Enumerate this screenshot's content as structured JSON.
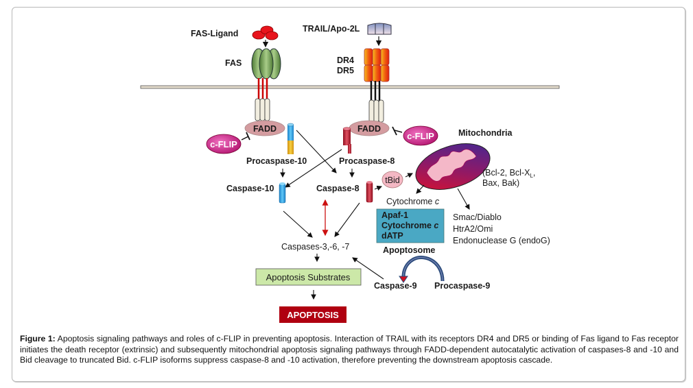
{
  "figure": {
    "ligands": {
      "fas_ligand": "FAS-Ligand",
      "trail": "TRAIL/Apo-2L"
    },
    "receptors": {
      "fas": "FAS",
      "dr4": "DR4",
      "dr5": "DR5"
    },
    "adaptors": {
      "fadd_left": "FADD",
      "fadd_right": "FADD"
    },
    "inhibitors": {
      "cflip_left": "c-FLIP",
      "cflip_right": "c-FLIP"
    },
    "caspases": {
      "procaspase10": "Procaspase-10",
      "procaspase8": "Procaspase-8",
      "caspase10": "Caspase-10",
      "caspase8": "Caspase-8",
      "effectors": "Caspases-3,-6, -7",
      "caspase9": "Caspase-9",
      "procaspase9": "Procaspase-9"
    },
    "mitochondria": {
      "title": "Mitochondria",
      "bcl_line1": "(Bcl-2, Bcl-X",
      "bcl_sub": "L",
      "bcl_line1_end": ",",
      "bcl_line2": "Bax, Bak)",
      "tbid": "tBid",
      "cytochrome": "Cytochrome ",
      "cytochrome_italic": "c"
    },
    "apoptosome": {
      "items": [
        "Apaf-1",
        "Cytochrome ",
        "dATP"
      ],
      "cytochrome_italic": "c",
      "label": "Apoptosome"
    },
    "released_factors": [
      "Smac/Diablo",
      "HtrA2/Omi",
      "Endonuclease G (endoG)"
    ],
    "substrates": "Apoptosis Substrates",
    "outcome": "APOPTOSIS",
    "colors": {
      "fas_ligand": "#e8141c",
      "fas_receptor": "#7fa860",
      "dr_receptor": "#f07a1c",
      "fadd": "#d49ca0",
      "cflip": "#d0208c",
      "caspase10": "#2aa0e0",
      "procaspase10_pro": "#f0b820",
      "caspase8": "#c82030",
      "tbid": "#f4b8c4",
      "apoptosome_box": "#4aa8c4",
      "substrates_box": "#cce8a8",
      "apoptosis_box": "#b00010",
      "inhibition_arrow": "#cc1010"
    }
  },
  "caption": {
    "label": "Figure 1:",
    "text": " Apoptosis signaling pathways and roles of c-FLIP in preventing apoptosis. Interaction of TRAIL with its receptors DR4 and DR5 or binding of Fas ligand to Fas receptor initiates the death receptor (extrinsic) and subsequently mitochondrial apoptosis signaling pathways through FADD-dependent autocatalytic activation of caspases-8 and -10 and Bid cleavage to truncated Bid. c-FLIP isoforms suppress caspase-8 and -10 activation, therefore preventing the downstream apoptosis cascade."
  }
}
